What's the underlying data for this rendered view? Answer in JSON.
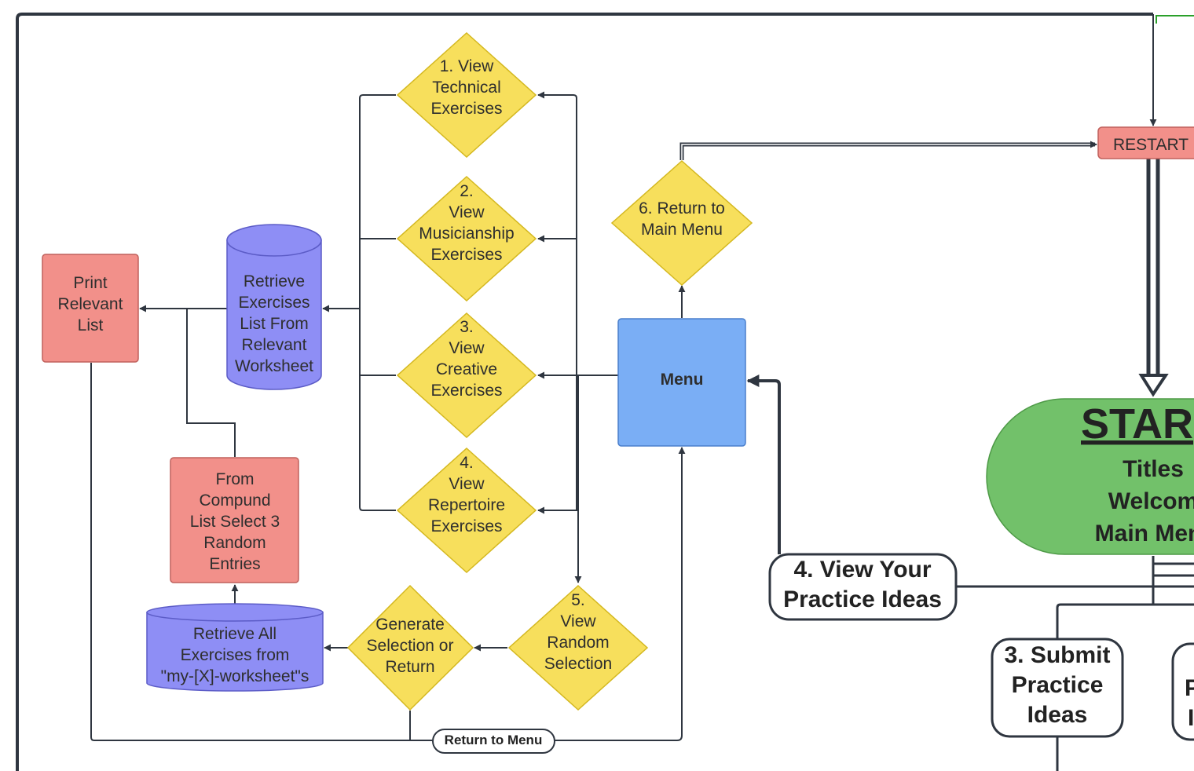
{
  "colors": {
    "decision": "#f7df5c",
    "process": "#f2908a",
    "database": "#8e8ef5",
    "menu": "#7aaef5",
    "start": "#72c16a",
    "line": "#2f3640"
  },
  "nodes": {
    "d1": [
      "1. View",
      "Technical",
      "Exercises"
    ],
    "d2": [
      "2.",
      "View",
      "Musicianship",
      "Exercises"
    ],
    "d3": [
      "3.",
      "View",
      "Creative",
      "Exercises"
    ],
    "d4": [
      "4.",
      "View",
      "Repertoire",
      "Exercises"
    ],
    "d5": [
      "5.",
      "View",
      "Random",
      "Selection"
    ],
    "d6": [
      "6. Return to",
      "Main Menu"
    ],
    "dgen": [
      "Generate",
      "Selection or",
      "Return"
    ],
    "retrieve_list": [
      "Retrieve",
      "Exercises",
      "List From",
      "Relevant",
      "Worksheet"
    ],
    "print_list": [
      "Print",
      "Relevant",
      "List"
    ],
    "compound": [
      "From",
      "Compund",
      "List Select 3",
      "Random",
      "Entries"
    ],
    "retrieve_all": [
      "Retrieve All",
      "Exercises from",
      "\"my-[X]-worksheet\"s"
    ],
    "menu": "Menu",
    "restart": "RESTART",
    "start_title": "STAR",
    "start_lines": [
      "Titles",
      "Welcom",
      "Main Men"
    ],
    "view_ideas": [
      "4. View Your",
      "Practice Ideas"
    ],
    "submit_ideas": [
      "3. Submit",
      "Practice",
      "Ideas"
    ],
    "partial_box": [
      "P",
      "I"
    ],
    "return_to_menu": "Return to Menu"
  }
}
